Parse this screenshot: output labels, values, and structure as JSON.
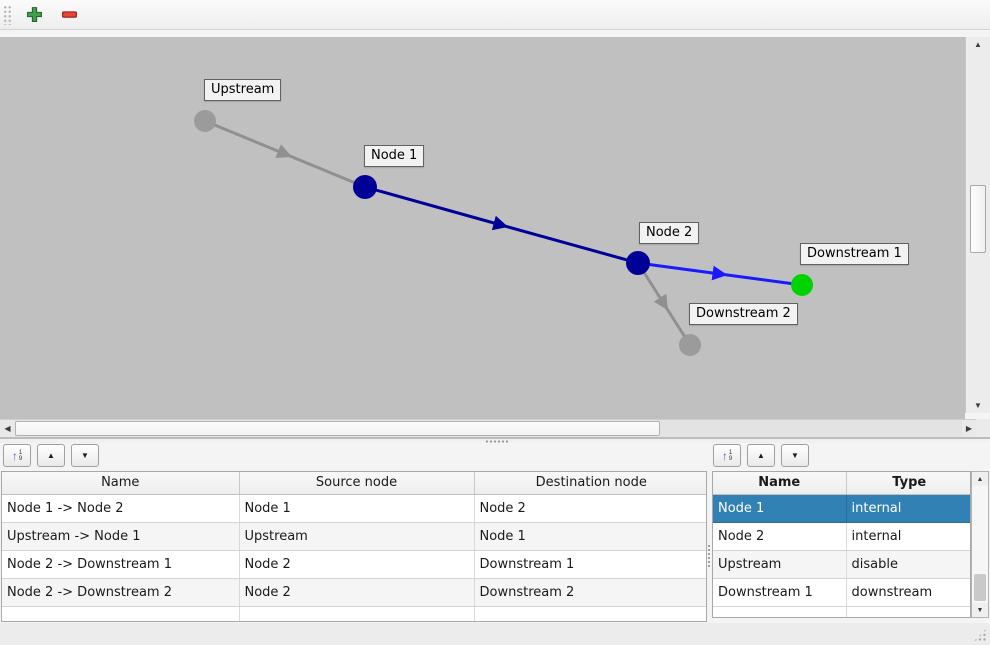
{
  "icons": {
    "sort_arrow": "↑",
    "sort_top": "1",
    "sort_bottom": "9",
    "up": "▲",
    "down": "▼",
    "left": "◀",
    "right": "▶"
  },
  "toolbar": {
    "add_icon_color": "#3fa047",
    "remove_icon_color": "#e84435"
  },
  "graph": {
    "canvas_color": "#c0c0c0",
    "nodes": [
      {
        "label": "Upstream",
        "color": "#9b9b9b"
      },
      {
        "label": "Node 1",
        "color": "#000096"
      },
      {
        "label": "Node 2",
        "color": "#000096"
      },
      {
        "label": "Downstream 1",
        "color": "#00d300"
      },
      {
        "label": "Downstream 2",
        "color": "#9b9b9b"
      }
    ],
    "edges": [
      {
        "name": "Upstream -> Node 1",
        "color": "#909090"
      },
      {
        "name": "Node 1 -> Node 2",
        "color": "#000096"
      },
      {
        "name": "Node 2 -> Downstream 1",
        "color": "#1a1aff"
      },
      {
        "name": "Node 2 -> Downstream 2",
        "color": "#909090"
      }
    ]
  },
  "edge_table": {
    "headers": [
      "Name",
      "Source node",
      "Destination node"
    ],
    "rows": [
      [
        "Node 1 -> Node 2",
        "Node 1",
        "Node 2"
      ],
      [
        "Upstream -> Node 1",
        "Upstream",
        "Node 1"
      ],
      [
        "Node 2 -> Downstream 1",
        "Node 2",
        "Downstream 1"
      ],
      [
        "Node 2 -> Downstream 2",
        "Node 2",
        "Downstream 2"
      ]
    ]
  },
  "node_table": {
    "headers": [
      "Name",
      "Type"
    ],
    "rows": [
      [
        "Node 1",
        "internal"
      ],
      [
        "Node 2",
        "internal"
      ],
      [
        "Upstream",
        "disable"
      ],
      [
        "Downstream 1",
        "downstream"
      ]
    ],
    "selected_row": 0,
    "selection_color": "#3181b5"
  }
}
